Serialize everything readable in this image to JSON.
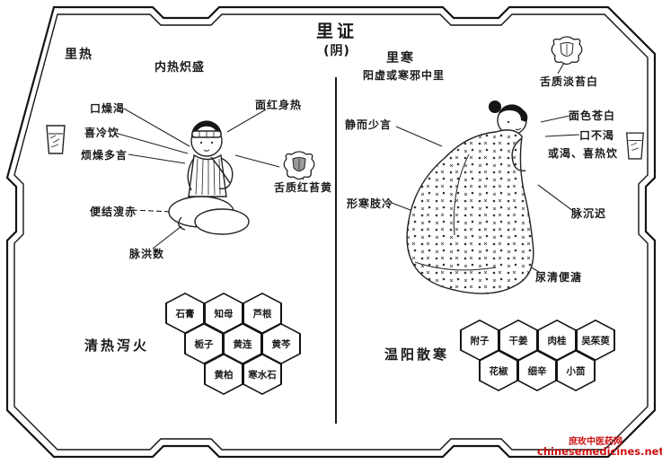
{
  "title": {
    "main": "里证",
    "sub": "(阴)"
  },
  "watermark": {
    "site_name": "庶玫中医药网",
    "site_url": "chinesemedicines.net"
  },
  "colors": {
    "ink": "#1a1a1a",
    "watermark_red": "#cc1111"
  },
  "left": {
    "heading": "里热",
    "subheading": "内热炽盛",
    "labels": {
      "mouth": "口燥渴",
      "drink": "喜冷饮",
      "speech": "烦燥多言",
      "face": "面红身热",
      "tongue": "舌质红苔黄",
      "stool": "便结溲赤",
      "pulse": "脉洪数"
    },
    "treatment": "清热泻火",
    "herbs": [
      "石膏",
      "知母",
      "芦根",
      "栀子",
      "黄连",
      "黄芩",
      "黄柏",
      "寒水石"
    ]
  },
  "right": {
    "heading": "里寒",
    "subheading": "阳虚或寒邪中里",
    "labels": {
      "speech": "静而少言",
      "tongue": "舌质淡苔白",
      "face": "面色苍白",
      "mouth": "口不渴",
      "drink": "或渴、喜热饮",
      "cold": "形寒肢冷",
      "pulse": "脉沉迟",
      "urine": "尿清便溏"
    },
    "treatment": "温阳散寒",
    "herbs": [
      "附子",
      "干姜",
      "肉桂",
      "吴茱萸",
      "花椒",
      "细辛",
      "小茴"
    ]
  }
}
